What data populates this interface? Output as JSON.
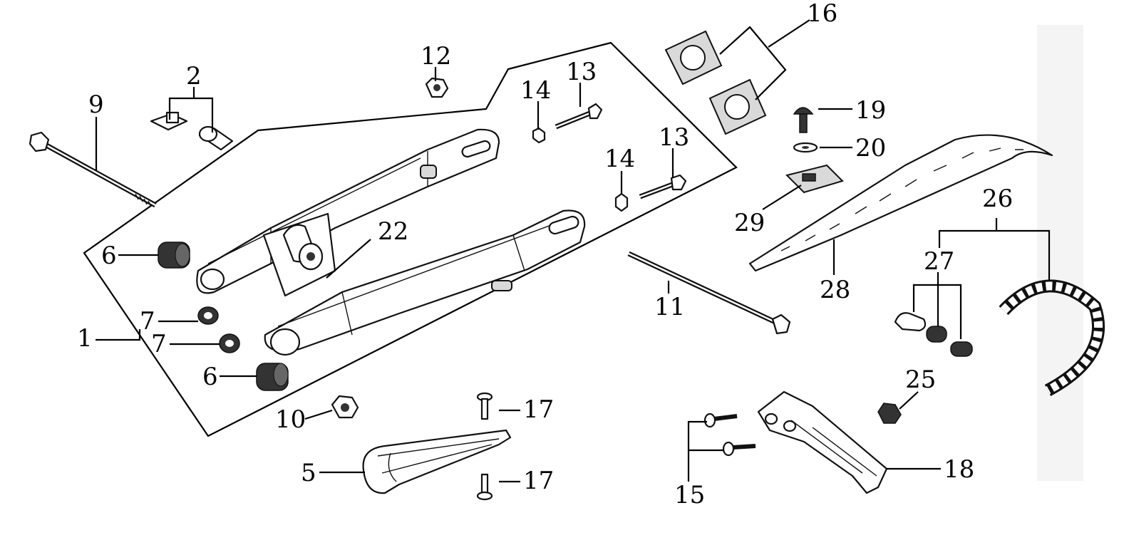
{
  "figure": {
    "callouts": [
      {
        "id": "1",
        "text": "1"
      },
      {
        "id": "2",
        "text": "2"
      },
      {
        "id": "5",
        "text": "5"
      },
      {
        "id": "6a",
        "text": "6"
      },
      {
        "id": "6b",
        "text": "6"
      },
      {
        "id": "7a",
        "text": "7"
      },
      {
        "id": "7b",
        "text": "7"
      },
      {
        "id": "9",
        "text": "9"
      },
      {
        "id": "10",
        "text": "10"
      },
      {
        "id": "11",
        "text": "11"
      },
      {
        "id": "12",
        "text": "12"
      },
      {
        "id": "13a",
        "text": "13"
      },
      {
        "id": "13b",
        "text": "13"
      },
      {
        "id": "14a",
        "text": "14"
      },
      {
        "id": "14b",
        "text": "14"
      },
      {
        "id": "15",
        "text": "15"
      },
      {
        "id": "16",
        "text": "16"
      },
      {
        "id": "17a",
        "text": "17"
      },
      {
        "id": "17b",
        "text": "17"
      },
      {
        "id": "18",
        "text": "18"
      },
      {
        "id": "19",
        "text": "19"
      },
      {
        "id": "20",
        "text": "20"
      },
      {
        "id": "22",
        "text": "22"
      },
      {
        "id": "25",
        "text": "25"
      },
      {
        "id": "26",
        "text": "26"
      },
      {
        "id": "27",
        "text": "27"
      },
      {
        "id": "28",
        "text": "28"
      },
      {
        "id": "29",
        "text": "29"
      }
    ]
  }
}
